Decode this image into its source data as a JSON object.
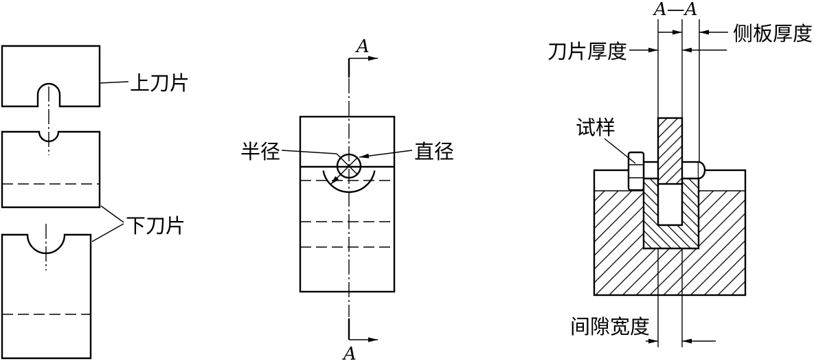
{
  "labels": {
    "upper_blade": "上刀片",
    "lower_blade": "下刀片",
    "section_mark_top": "A",
    "section_mark_bottom": "A",
    "radius": "半径",
    "diameter": "直径",
    "section_title": "A—A",
    "blade_thickness": "刀片厚度",
    "side_plate_thickness": "侧板厚度",
    "specimen": "试样",
    "gap_width": "间隙宽度"
  }
}
